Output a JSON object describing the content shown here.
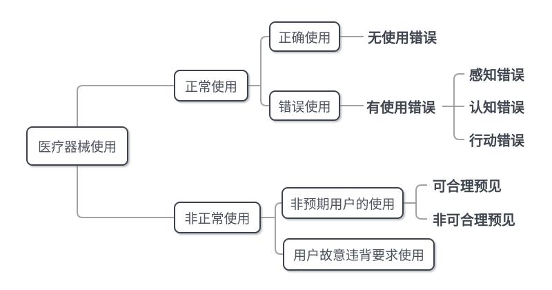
{
  "diagram": {
    "type": "mind-map-tree",
    "nodes": {
      "medical_device_use": "医疗器械使用",
      "normal_use": "正常使用",
      "abnormal_use": "非正常使用",
      "correct_use": "正确使用",
      "erroneous_use": "错误使用",
      "no_use_error": "无使用错误",
      "has_use_error": "有使用错误",
      "perception_error": "感知错误",
      "cognition_error": "认知错误",
      "action_error": "行动错误",
      "unintended_user_use": "非预期用户的使用",
      "reasonably_foreseeable": "可合理预见",
      "not_reasonably_foreseeable": "非可合理预见",
      "intentional_misuse": "用户故意违背要求使用"
    },
    "edges": [
      [
        "医疗器械使用",
        "正常使用"
      ],
      [
        "医疗器械使用",
        "非正常使用"
      ],
      [
        "正常使用",
        "正确使用"
      ],
      [
        "正常使用",
        "错误使用"
      ],
      [
        "正确使用",
        "无使用错误"
      ],
      [
        "错误使用",
        "有使用错误"
      ],
      [
        "有使用错误",
        "感知错误"
      ],
      [
        "有使用错误",
        "认知错误"
      ],
      [
        "有使用错误",
        "行动错误"
      ],
      [
        "非正常使用",
        "非预期用户的使用"
      ],
      [
        "非正常使用",
        "用户故意违背要求使用"
      ],
      [
        "非预期用户的使用",
        "可合理预见"
      ],
      [
        "非预期用户的使用",
        "非可合理预见"
      ]
    ],
    "colors": {
      "background": "#ffffff",
      "box_border": "#3b424e",
      "box_fill": "#ffffff",
      "box_text": "#4c525d",
      "leaf_text": "#3f454f",
      "connector_line": "#a2a2a2"
    }
  }
}
